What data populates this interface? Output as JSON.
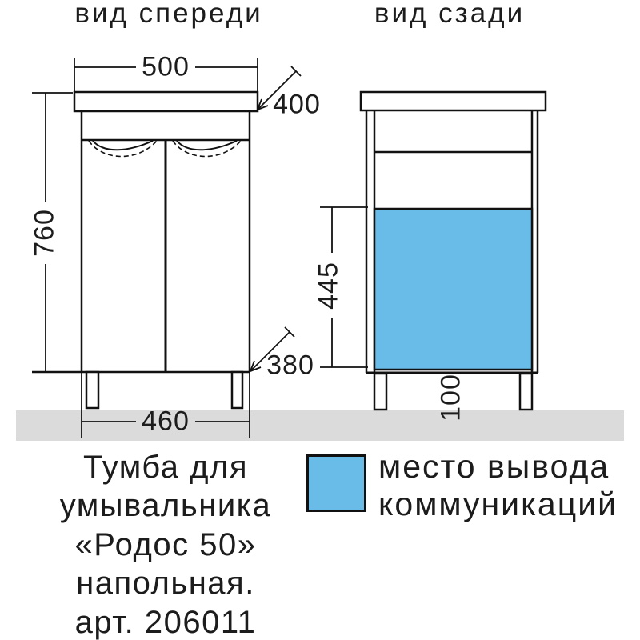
{
  "headings": {
    "front_view": "вид спереди",
    "back_view": "вид сзади"
  },
  "dimensions_mm": {
    "top_width": "500",
    "depth": "400",
    "height": "760",
    "bottom_width": "460",
    "bottom_depth": "380",
    "cutout_height": "445",
    "leg_height": "100"
  },
  "legend": {
    "label_line1": "место вывода",
    "label_line2": "коммуникаций"
  },
  "caption": {
    "lines": [
      "Тумба для",
      "умывальника",
      "«Родос 50»",
      "напольная.",
      "арт. 206011"
    ]
  },
  "colors": {
    "communication_zone": "#69BCE8",
    "floor_strip": "#DBDBDB",
    "line": "#111111"
  }
}
